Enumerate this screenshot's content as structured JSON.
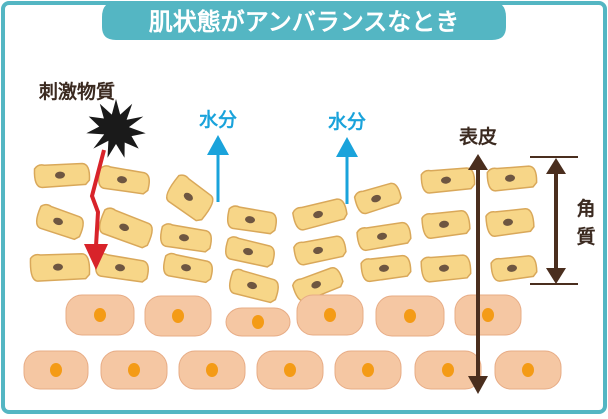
{
  "title": "肌状態がアンバランスなとき",
  "labels": {
    "irritant": "刺激物質",
    "moisture_left": "水分",
    "moisture_right": "水分",
    "epidermis": "表皮",
    "stratum_corneum": [
      "角",
      "質"
    ]
  },
  "colors": {
    "frame": "#54b6c3",
    "header_bg": "#54b6c3",
    "title_text": "#ffffff",
    "water_arrow": "#1aa3db",
    "irritant_arrow": "#d8232a",
    "cell_fill": "#f7d688",
    "cell_stroke": "#d9a85a",
    "cell_nucleus": "#6e5641",
    "basal_cell": "#f5c7a3",
    "basal_nucleus": "#f49b16",
    "measure_line": "#4a2e1e"
  },
  "icons": [
    "starburst-irritant-icon",
    "water-up-arrow-icon",
    "penetration-arrow-icon",
    "measure-arrow-icon"
  ]
}
